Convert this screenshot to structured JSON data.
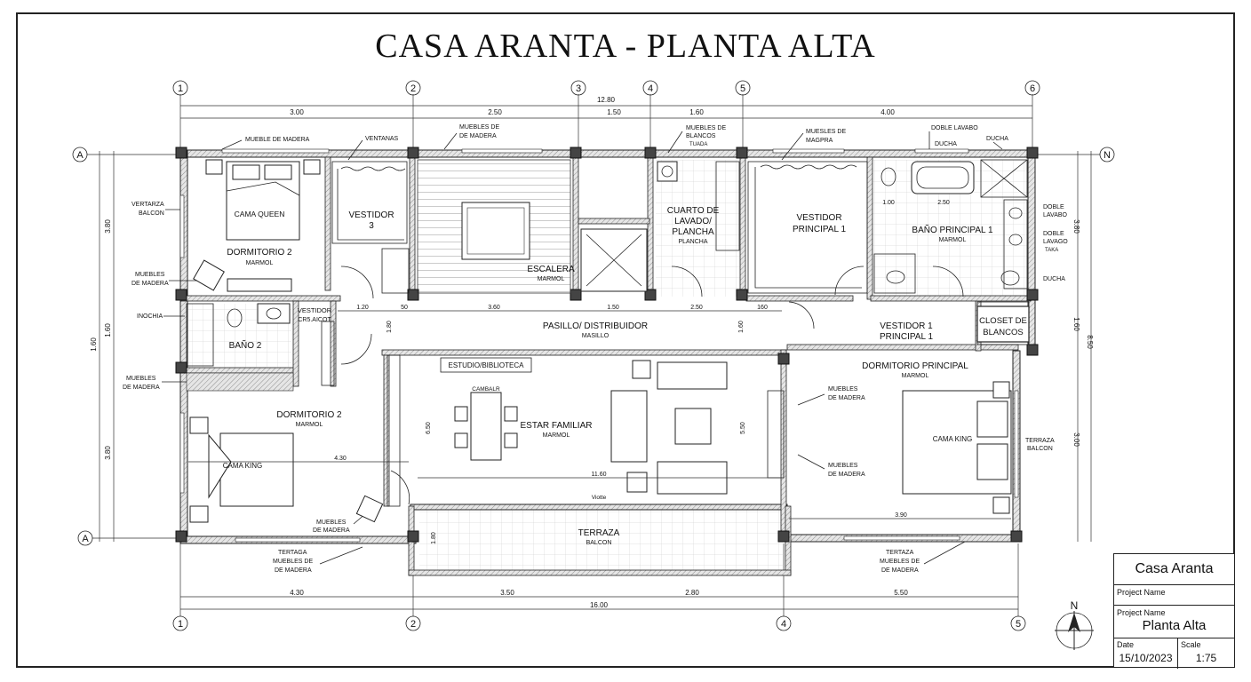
{
  "title": "CASA ARANTA - PLANTA ALTA",
  "axes": {
    "top": [
      "1",
      "2",
      "3",
      "4",
      "5",
      "6"
    ],
    "bottom": [
      "1",
      "2",
      "4",
      "5"
    ],
    "left": [
      "A",
      "A"
    ],
    "right": [
      "N"
    ]
  },
  "dimensions": {
    "top_total": "12.80",
    "top_segments": [
      "3.00",
      "2.50",
      "1.50",
      "1.60",
      "4.00"
    ],
    "bottom_total": "16.00",
    "bottom_segments": [
      "4.30",
      "3.50",
      "2.80",
      "5.50"
    ],
    "left_total": "1.60",
    "left_segments": [
      "3.80",
      "1.60",
      "3.80"
    ],
    "right_total": "8.50",
    "right_segments": [
      "3.80",
      "1.60",
      "3.00"
    ],
    "interior": [
      "1.20",
      "50",
      "3.60",
      "1.50",
      "2.50",
      "160",
      "4.30",
      "11.60",
      "6.50",
      "5.50",
      "3.90",
      "1.00",
      "2.50",
      "1.80",
      "1.80",
      "1.60"
    ]
  },
  "rooms": {
    "dorm2_top": {
      "name": "DORMITORIO 2",
      "floor": "MARMOL",
      "bed": "CAMA QUEEN"
    },
    "vestidor3": {
      "name": "VESTIDOR",
      "num": "3"
    },
    "escalera": {
      "name": "ESCALERA",
      "floor": "MARMOL"
    },
    "lavado": {
      "line1": "CUARTO DE",
      "line2": "LAVADO/",
      "line3": "PLANCHA",
      "floor": "PLANCHA"
    },
    "vestidor_p1": {
      "line1": "VESTIDOR",
      "line2": "PRINCIPAL 1"
    },
    "bano_p1": {
      "name": "BAÑO PRINCIPAL 1",
      "floor": "MARMOL"
    },
    "bano2": {
      "name": "BAÑO 2"
    },
    "vestidor_small": {
      "line1": "VESTIDOR",
      "line2": "CR5.AICOT"
    },
    "pasillo": {
      "name": "PASILLO/ DISTRIBUIDOR",
      "floor": "MASILLO"
    },
    "vestidor1_p1": {
      "line1": "VESTIDOR 1",
      "line2": "PRINCIPAL 1"
    },
    "closet": {
      "line1": "CLOSET DE",
      "line2": "BLANCOS"
    },
    "estudio": {
      "name": "ESTUDIO/BIBLIOTECA"
    },
    "estar": {
      "name": "ESTAR FAMILIAR",
      "floor": "MARMOL",
      "table": "CAMBALR"
    },
    "dorm2_bottom": {
      "name": "DORMITORIO 2",
      "floor": "MARMOL",
      "bed": "CAMA KING"
    },
    "dorm_principal": {
      "name": "DORMITORIO PRINCIPAL",
      "floor": "MARMOL",
      "bed": "CAMA KING"
    },
    "terraza": {
      "name": "TERRAZA",
      "sub": "BALCON",
      "note": "Viotte"
    }
  },
  "annotations": {
    "mueble_madera": "MUEBLE DE MADERA",
    "ventanas": "VENTANAS",
    "muebles_madera_top": {
      "line1": "MUEBLES DE",
      "line2": "DE MADERA"
    },
    "muebles_blancos": {
      "line1": "MUEBLES DE",
      "line2": "BLANCOS",
      "line3": "TUADA"
    },
    "muebles_magpra": {
      "line1": "MUESLES DE",
      "line2": "MAGPRA"
    },
    "doble_lavabo_top": "DOBLE LAVABO",
    "ducha_a": "DUCHA",
    "ducha_b": "DUCHA",
    "ducha_c": "DUCHA",
    "doble_lavabo_r": {
      "line1": "DOBLE",
      "line2": "LAVABO"
    },
    "doble_lavago": {
      "line1": "DOBLE",
      "line2": "LAVAGO",
      "line3": "TAKA"
    },
    "vertarza": {
      "line1": "VERTARZA",
      "line2": "BALCON"
    },
    "muebles_madera_l1": {
      "line1": "MUEBLES",
      "line2": "DE MADERA"
    },
    "inochia": "INOCHIA",
    "muebles_madera_l2": {
      "line1": "MUEBLES",
      "line2": "DE MADERA"
    },
    "muebles_madera_b1": {
      "line1": "MUEBLES",
      "line2": "DE MADERA"
    },
    "tertaga": {
      "line1": "TERTAGA",
      "line2": "MUEBLES DE",
      "line3": "DE MADERA"
    },
    "tertaza": {
      "line1": "TERTAZA",
      "line2": "MUEBLES DE",
      "line3": "DE MADERA"
    },
    "muebles_madera_r1": {
      "line1": "MUEBLES",
      "line2": "DE MADERA"
    },
    "muebles_madera_r2": {
      "line1": "MUEBLES",
      "line2": "DE MADERA"
    },
    "terraza_balcon_r": {
      "line1": "TERRAZA",
      "line2": "BALCON"
    }
  },
  "north_label": "N",
  "title_block": {
    "project_title": "Casa Aranta",
    "project_name_label": "Project Name",
    "project_name_label2": "Project Name",
    "project_name": "Planta Alta",
    "date_label": "Date",
    "date": "15/10/2023",
    "scale_label": "Scale",
    "scale": "1:75"
  }
}
